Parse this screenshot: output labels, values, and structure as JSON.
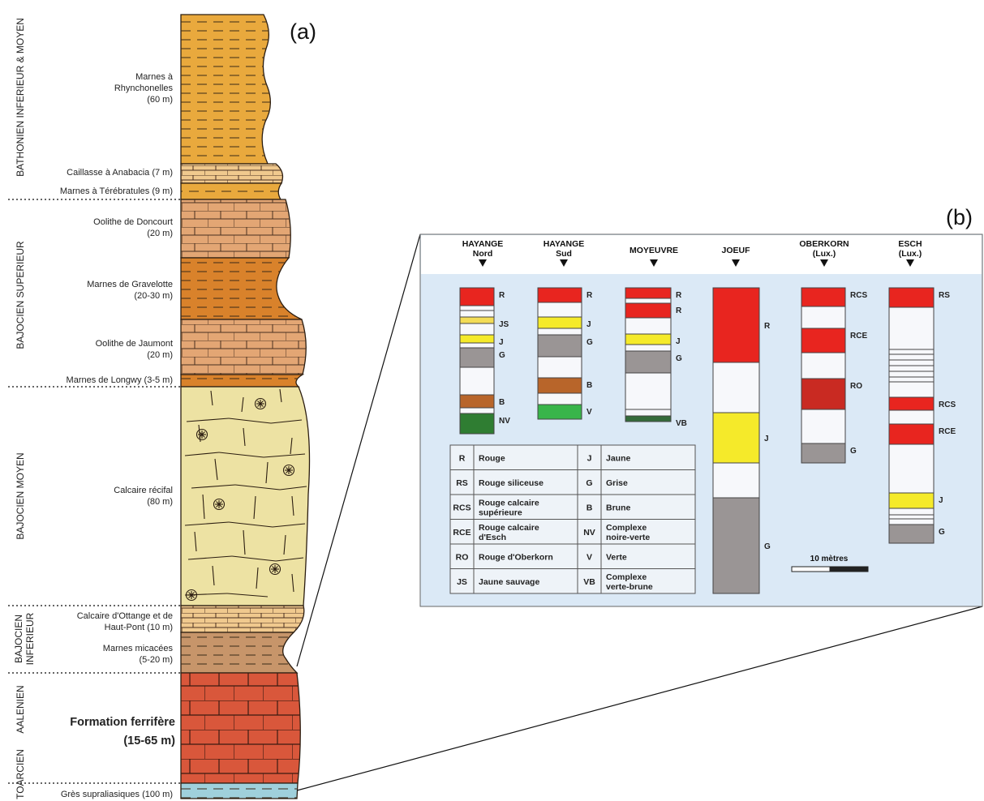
{
  "panels": {
    "a_label": "(a)",
    "b_label": "(b)"
  },
  "column_a": {
    "stages": [
      {
        "id": "bathonien",
        "label": "BATHONIEN INFERIEUR & MOYEN"
      },
      {
        "id": "bajocien-sup",
        "label": "BAJOCIEN SUPERIEUR"
      },
      {
        "id": "bajocien-moy",
        "label": "BAJOCIEN MOYEN"
      },
      {
        "id": "bajocien-inf",
        "label_line1": "BAJOCIEN",
        "label_line2": "INFERIEUR"
      },
      {
        "id": "aalenien",
        "label": "AALENIEN"
      },
      {
        "id": "toarcien",
        "label": "TOARCIEN"
      }
    ],
    "units": [
      {
        "id": "marnes-rhynchonelles",
        "lines": [
          "Marnes à",
          "Rhynchonelles",
          "(60 m)"
        ]
      },
      {
        "id": "caillasse-anabacia",
        "lines": [
          "Caillasse à Anabacia (7 m)"
        ]
      },
      {
        "id": "marnes-terebratules",
        "lines": [
          "Marnes à Térébratules (9 m)"
        ]
      },
      {
        "id": "oolithe-doncourt",
        "lines": [
          "Oolithe de Doncourt",
          "(20 m)"
        ]
      },
      {
        "id": "marnes-gravelotte",
        "lines": [
          "Marnes de Gravelotte",
          "(20-30 m)"
        ]
      },
      {
        "id": "oolithe-jaumont",
        "lines": [
          "Oolithe de Jaumont",
          "(20 m)"
        ]
      },
      {
        "id": "marnes-longwy",
        "lines": [
          "Marnes de Longwy (3-5 m)"
        ]
      },
      {
        "id": "calcaire-recifal",
        "lines": [
          "Calcaire récifal",
          "(80 m)"
        ]
      },
      {
        "id": "calcaire-ottange",
        "lines": [
          "Calcaire d'Ottange et de",
          "Haut-Pont (10 m)"
        ]
      },
      {
        "id": "marnes-micacees",
        "lines": [
          "Marnes micacées",
          "(5-20 m)"
        ]
      },
      {
        "id": "formation-ferrifere",
        "lines": [
          "Formation ferrifère",
          "(15-65 m)"
        ]
      },
      {
        "id": "gres-supraliasiques",
        "lines": [
          "Grès supraliasiques (100 m)"
        ]
      }
    ],
    "colors": {
      "marl_orange": "#e9a93d",
      "limestone_tan": "#f0c98e",
      "oolite_salmon": "#e3a674",
      "marl_dark_orange": "#d9822b",
      "reef_cream": "#ede2a3",
      "micaceous_brown": "#c7956a",
      "ferriferous_red": "#d9573b",
      "sandstone_blue": "#9fd0db"
    }
  },
  "panel_b": {
    "sections": [
      {
        "id": "hayange-nord",
        "name_line1": "HAYANGE",
        "name_line2": "Nord",
        "layers": [
          "R",
          "JS",
          "J",
          "G",
          "B",
          "NV"
        ]
      },
      {
        "id": "hayange-sud",
        "name_line1": "HAYANGE",
        "name_line2": "Sud",
        "layers": [
          "R",
          "J",
          "G",
          "B",
          "V"
        ]
      },
      {
        "id": "moyeuvre",
        "name_line1": "MOYEUVRE",
        "name_line2": "",
        "layers": [
          "R",
          "R",
          "J",
          "G",
          "VB"
        ]
      },
      {
        "id": "joeuf",
        "name_line1": "JOEUF",
        "name_line2": "",
        "layers": [
          "R",
          "J",
          "G"
        ]
      },
      {
        "id": "oberkorn",
        "name_line1": "OBERKORN",
        "name_line2": "(Lux.)",
        "layers": [
          "RCS",
          "RCE",
          "RO",
          "G"
        ]
      },
      {
        "id": "esch",
        "name_line1": "ESCH",
        "name_line2": "(Lux.)",
        "layers": [
          "RS",
          "RCS",
          "RCE",
          "J",
          "G"
        ]
      }
    ],
    "legend": [
      {
        "code_left": "R",
        "name_left": [
          "Rouge"
        ],
        "code_right": "J",
        "name_right": [
          "Jaune"
        ]
      },
      {
        "code_left": "RS",
        "name_left": [
          "Rouge siliceuse"
        ],
        "code_right": "G",
        "name_right": [
          "Grise"
        ]
      },
      {
        "code_left": "RCS",
        "name_left": [
          "Rouge calcaire",
          "supérieure"
        ],
        "code_right": "B",
        "name_right": [
          "Brune"
        ]
      },
      {
        "code_left": "RCE",
        "name_left": [
          "Rouge calcaire",
          "d'Esch"
        ],
        "code_right": "NV",
        "name_right": [
          "Complexe",
          "noire-verte"
        ]
      },
      {
        "code_left": "RO",
        "name_left": [
          "Rouge d'Oberkorn"
        ],
        "code_right": "V",
        "name_right": [
          "Verte"
        ]
      },
      {
        "code_left": "JS",
        "name_left": [
          "Jaune sauvage"
        ],
        "code_right": "VB",
        "name_right": [
          "Complexe",
          "verte-brune"
        ]
      }
    ],
    "scale_bar_label": "10 mètres",
    "colors": {
      "background": "#dbe9f6",
      "header": "#ffffff",
      "rouge": "#e8251f",
      "rouge_oberkorn": "#c92a22",
      "jaune": "#f5ea2a",
      "jaune_sauvage": "#f3dc56",
      "grise": "#9a9595",
      "brune": "#b8652a",
      "noire_verte": "#2f7d32",
      "verte": "#39b54a",
      "verte_brune": "#346b3a",
      "blank": "#f7f8fb"
    }
  }
}
